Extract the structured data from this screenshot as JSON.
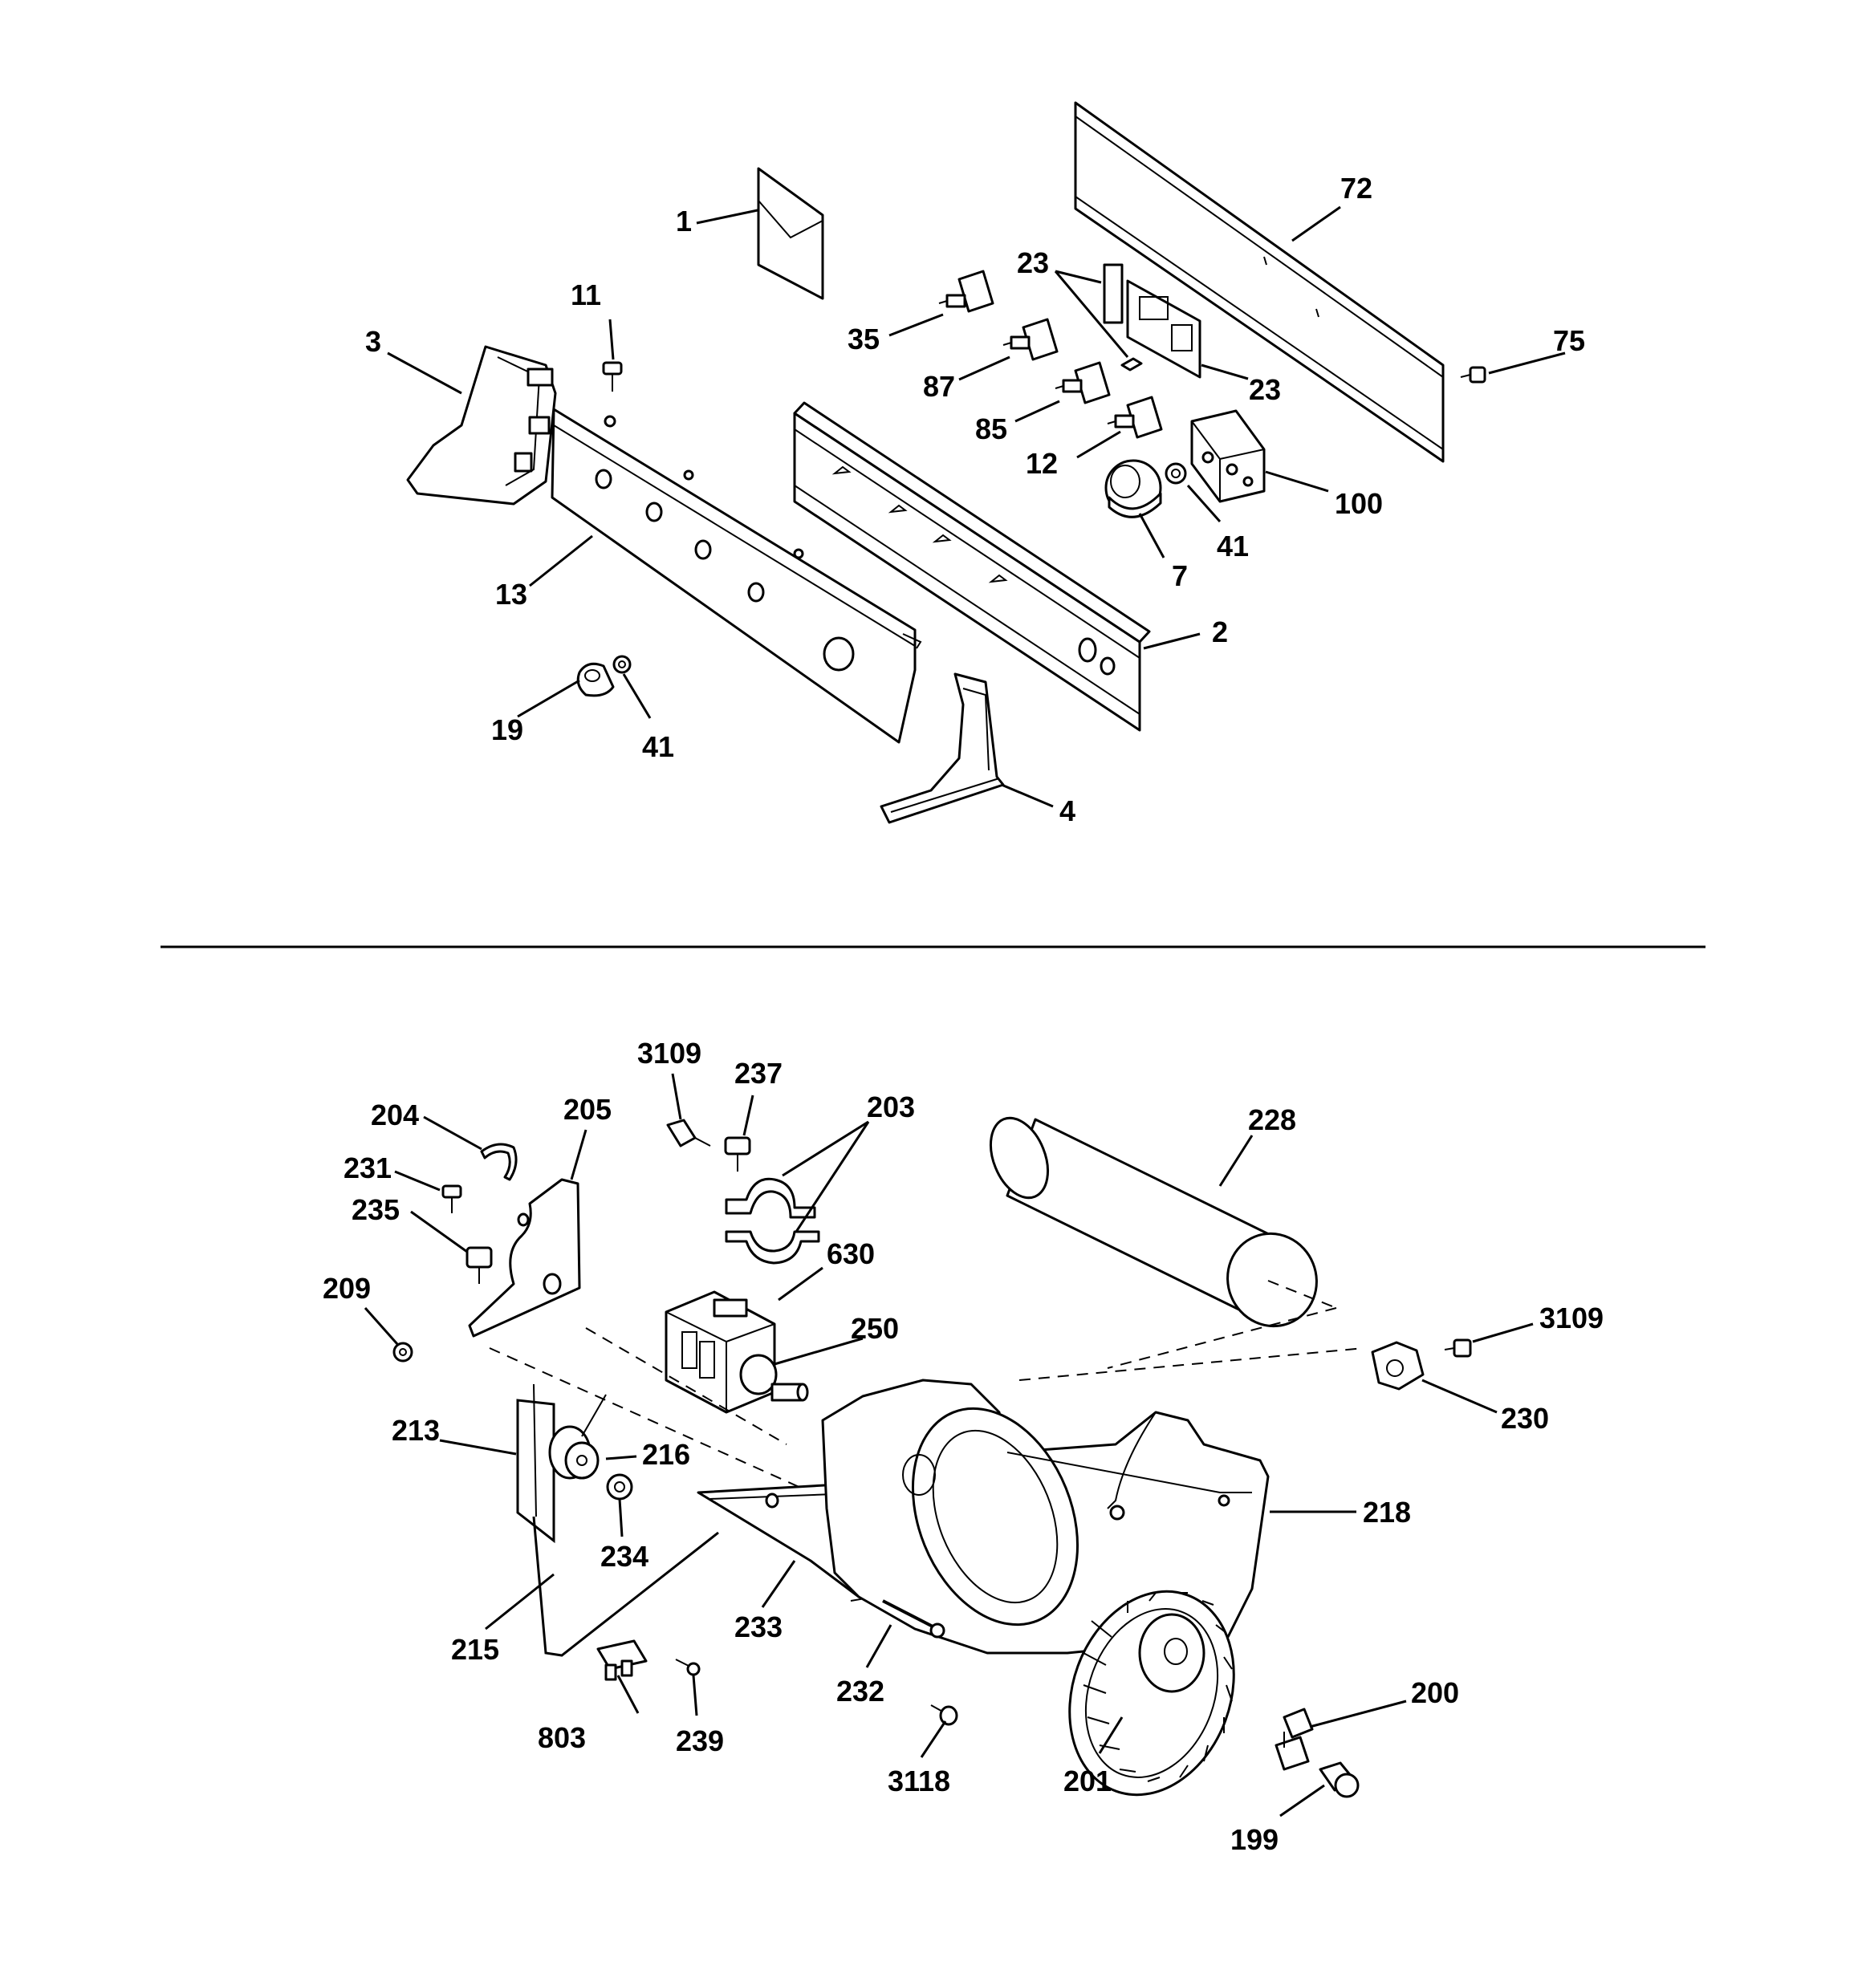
{
  "diagram": {
    "top_section": {
      "callouts": [
        "1",
        "72",
        "23",
        "23",
        "11",
        "3",
        "35",
        "87",
        "75",
        "85",
        "12",
        "100",
        "41",
        "7",
        "13",
        "2",
        "19",
        "41",
        "4"
      ]
    },
    "bottom_section": {
      "callouts": [
        "3109",
        "237",
        "203",
        "204",
        "205",
        "228",
        "231",
        "235",
        "630",
        "209",
        "250",
        "3109",
        "230",
        "213",
        "216",
        "218",
        "234",
        "215",
        "233",
        "232",
        "200",
        "803",
        "239",
        "3118",
        "201",
        "199"
      ]
    }
  },
  "colors": {
    "ink": "#000000",
    "paper": "#ffffff"
  }
}
